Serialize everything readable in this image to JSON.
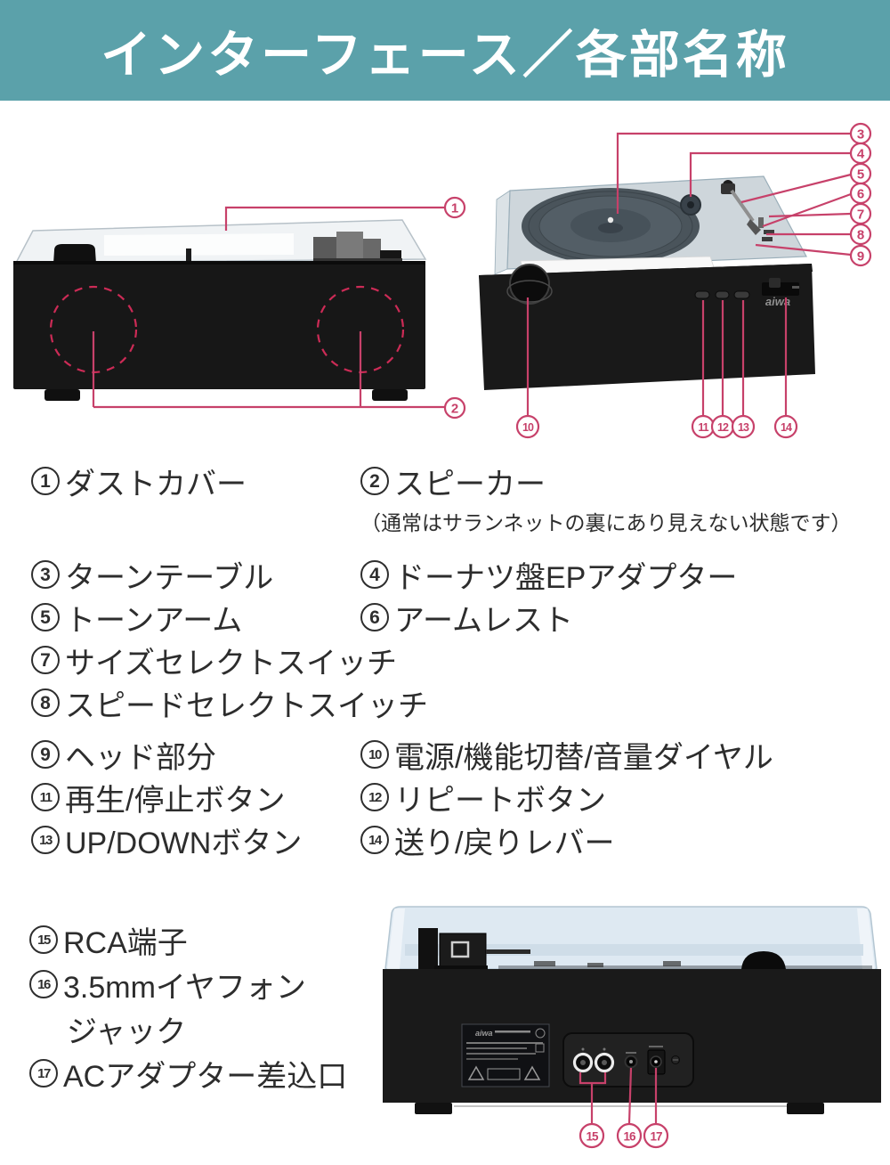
{
  "title": "インターフェース／各部名称",
  "brand_logo": "aiwa",
  "colors": {
    "banner": "#5BA1AA",
    "callout": "#C7416A",
    "speaker_dash": "#CC2B56",
    "text": "#2D2D2D"
  },
  "parts": [
    {
      "num": "1",
      "name": "ダストカバー"
    },
    {
      "num": "2",
      "name": "スピーカー",
      "note": "（通常はサランネットの裏にあり見えない状態です）"
    },
    {
      "num": "3",
      "name": "ターンテーブル"
    },
    {
      "num": "4",
      "name": "ドーナツ盤EPアダプター"
    },
    {
      "num": "5",
      "name": "トーンアーム"
    },
    {
      "num": "6",
      "name": "アームレスト"
    },
    {
      "num": "7",
      "name": "サイズセレクトスイッチ"
    },
    {
      "num": "8",
      "name": "スピードセレクトスイッチ"
    },
    {
      "num": "9",
      "name": "ヘッド部分"
    },
    {
      "num": "10",
      "name": "電源/機能切替/音量ダイヤル"
    },
    {
      "num": "11",
      "name": "再生/停止ボタン"
    },
    {
      "num": "12",
      "name": "リピートボタン"
    },
    {
      "num": "13",
      "name": "UP/DOWNボタン"
    },
    {
      "num": "14",
      "name": "送り/戻りレバー"
    },
    {
      "num": "15",
      "name": "RCA端子"
    },
    {
      "num": "16",
      "name": "3.5mmイヤフォン",
      "name_cont": "ジャック"
    },
    {
      "num": "17",
      "name": "ACアダプター差込口"
    }
  ]
}
